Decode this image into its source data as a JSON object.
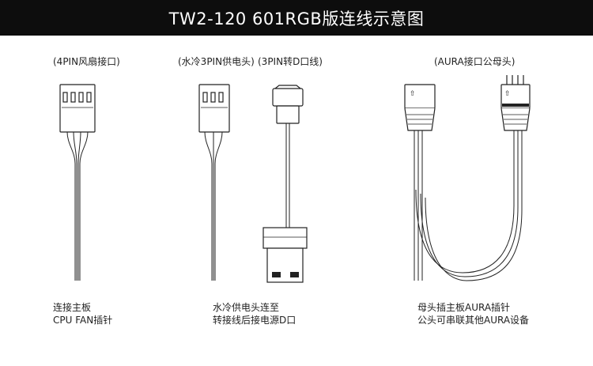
{
  "header": {
    "title": "TW2-120  601RGB版连线示意图"
  },
  "labels": {
    "fan_connector": "(4PIN风扇接口)",
    "pump_connector": "(水冷3PIN供电头)",
    "d_connector": "(3PIN转D口线)",
    "aura_connector": "(AURA接口公母头)"
  },
  "captions": {
    "fan_line1": "连接主板",
    "fan_line2": "CPU FAN插针",
    "pump_line1": "水冷供电头连至",
    "pump_line2": "转接线后接电源D口",
    "aura_line1": "母头插主板AURA插针",
    "aura_line2": "公头可串联其他AURA设备"
  }
}
